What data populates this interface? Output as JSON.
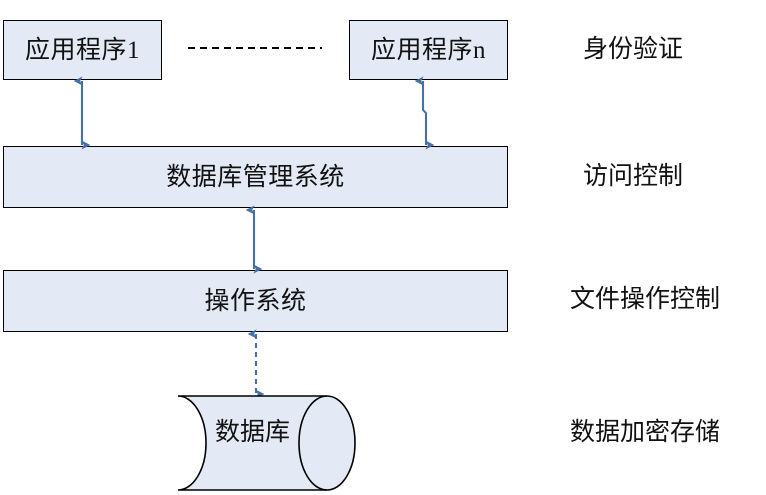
{
  "diagram": {
    "title": "database-security-layers",
    "colors": {
      "node_fill": "#e3eaf5",
      "node_stroke": "#000000",
      "arrow": "#4472a8",
      "dashed_separator": "#000000",
      "text": "#111111",
      "background": "#ffffff"
    },
    "nodes": [
      {
        "id": "app1",
        "label": "应用程序1",
        "shape": "rectangle"
      },
      {
        "id": "appn",
        "label": "应用程序n",
        "shape": "rectangle"
      },
      {
        "id": "dbms",
        "label": "数据库管理系统",
        "shape": "rectangle"
      },
      {
        "id": "os",
        "label": "操作系统",
        "shape": "rectangle"
      },
      {
        "id": "database",
        "label": "数据库",
        "shape": "cylinder"
      }
    ],
    "side_labels": [
      {
        "id": "auth",
        "label": "身份验证"
      },
      {
        "id": "access",
        "label": "访问控制"
      },
      {
        "id": "fileop",
        "label": "文件操作控制"
      },
      {
        "id": "encrypt",
        "label": "数据加密存储"
      }
    ],
    "connectors": [
      {
        "id": "app1-dbms",
        "from": "app1",
        "to": "dbms",
        "style": "solid",
        "heads": "both"
      },
      {
        "id": "appn-dbms",
        "from": "appn",
        "to": "dbms",
        "style": "solid",
        "heads": "both"
      },
      {
        "id": "dbms-os",
        "from": "dbms",
        "to": "os",
        "style": "solid",
        "heads": "both"
      },
      {
        "id": "os-database",
        "from": "os",
        "to": "database",
        "style": "dashed",
        "heads": "both"
      },
      {
        "id": "app-ellipsis",
        "from": "app1",
        "to": "appn",
        "style": "dashed",
        "heads": "none"
      }
    ]
  }
}
